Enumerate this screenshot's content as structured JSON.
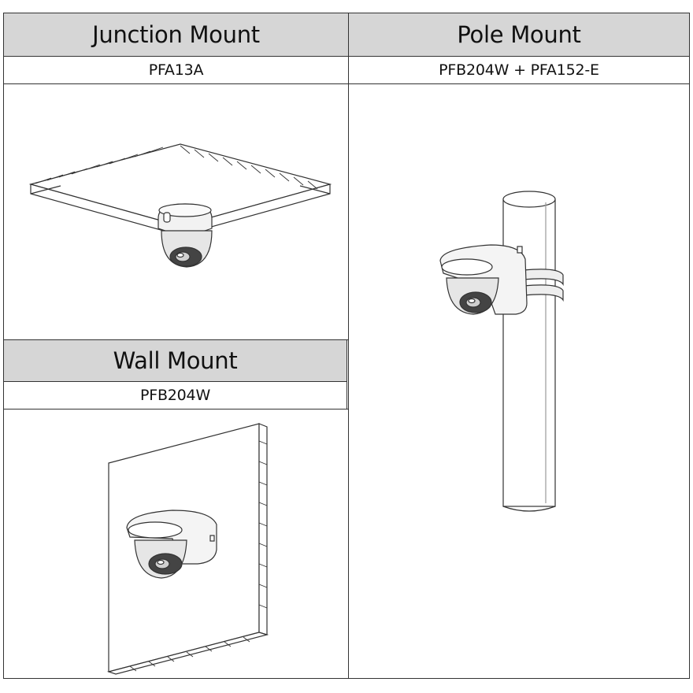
{
  "junction": {
    "title": "Junction Mount",
    "model": "PFA13A",
    "illustration": "ceiling-mounted-dome-camera-icon"
  },
  "pole": {
    "title": "Pole Mount",
    "model": "PFB204W + PFA152-E",
    "illustration": "pole-mounted-dome-camera-icon"
  },
  "wall": {
    "title": "Wall Mount",
    "model": "PFB204W",
    "illustration": "wall-mounted-dome-camera-icon"
  }
}
